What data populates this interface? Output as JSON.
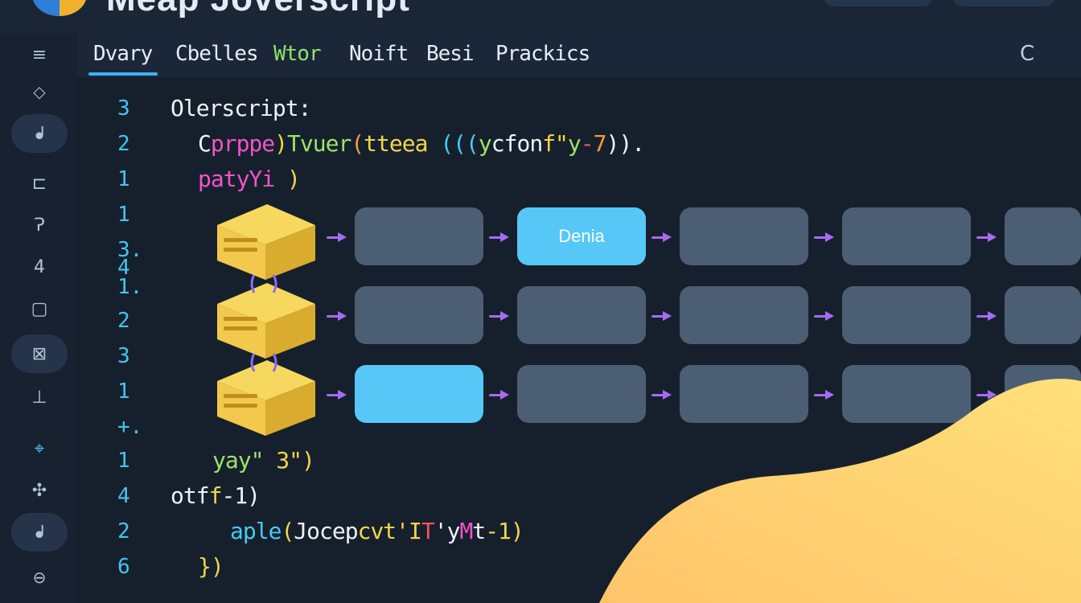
{
  "window": {
    "title": "Meap Joverscript"
  },
  "tabs": [
    {
      "label": "Dvary",
      "active": true
    },
    {
      "label": "Cbelles",
      "active": false
    },
    {
      "label": "Wtor",
      "active": false
    },
    {
      "label": "Noift",
      "active": false
    },
    {
      "label": "Besi",
      "active": false
    },
    {
      "label": "Prackics",
      "active": false
    }
  ],
  "toolbar": {
    "refresh_icon": "C"
  },
  "activity_icons": [
    "≡",
    "◇",
    "ᖱ",
    "⊏",
    "Ɂ",
    "4",
    "▢",
    "⊠",
    "⊥",
    "⌖",
    "✣",
    "ᖱ",
    "⊖"
  ],
  "line_numbers": [
    "3",
    "2",
    "1",
    "1",
    "3.",
    "4",
    "1.",
    "2",
    "3",
    "1",
    "+.",
    "1",
    "4",
    "2",
    "6"
  ],
  "code": {
    "l1": "Olerscript:",
    "l2": [
      "C",
      "prppe",
      ")",
      "Tvuer",
      "(",
      "tteea",
      " (((",
      "y",
      "cfon",
      "f\"",
      "y",
      "-",
      "7",
      "))",
      "."
    ],
    "l3": [
      "patyYi",
      " )"
    ],
    "l4": [
      "yay\"",
      " 3\")"
    ],
    "l5": [
      "otf",
      "f",
      "-1)"
    ],
    "l6": [
      "aple",
      "(",
      "Jocep",
      "cvt'I",
      "T",
      "'y",
      "M",
      "t",
      "-1)"
    ],
    "l7": "})"
  },
  "flow": {
    "highlight_label": "Denia"
  },
  "colors": {
    "accent": "#38b5ef",
    "box": "#4b5e73",
    "box_highlight": "#56c7f7",
    "arrow": "#a56cf2",
    "cube": "#f2c94c",
    "blob": "#ffd36e"
  }
}
